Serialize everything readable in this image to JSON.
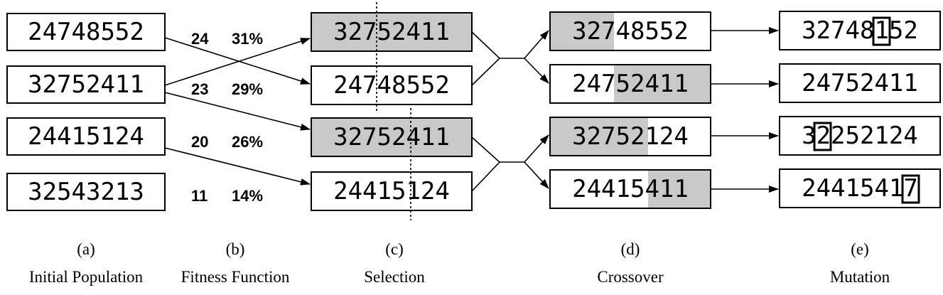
{
  "initial_population": [
    "24748552",
    "32752411",
    "24415124",
    "32543213"
  ],
  "fitness": [
    {
      "score": "24",
      "percent": "31%"
    },
    {
      "score": "23",
      "percent": "29%"
    },
    {
      "score": "20",
      "percent": "26%"
    },
    {
      "score": "11",
      "percent": "14%"
    }
  ],
  "selection": [
    "32752411",
    "24748552",
    "32752411",
    "24415124"
  ],
  "crossover": [
    "32748552",
    "24752411",
    "32752124",
    "24415411"
  ],
  "mutation": [
    "32748152",
    "24752411",
    "32252124",
    "24415417"
  ],
  "captions": [
    {
      "letter": "(a)",
      "title": "Initial Population"
    },
    {
      "letter": "(b)",
      "title": "Fitness Function"
    },
    {
      "letter": "(c)",
      "title": "Selection"
    },
    {
      "letter": "(d)",
      "title": "Crossover"
    },
    {
      "letter": "(e)",
      "title": "Mutation"
    }
  ],
  "colors": {
    "shade": "#c9c9c9",
    "stroke": "#000000"
  }
}
